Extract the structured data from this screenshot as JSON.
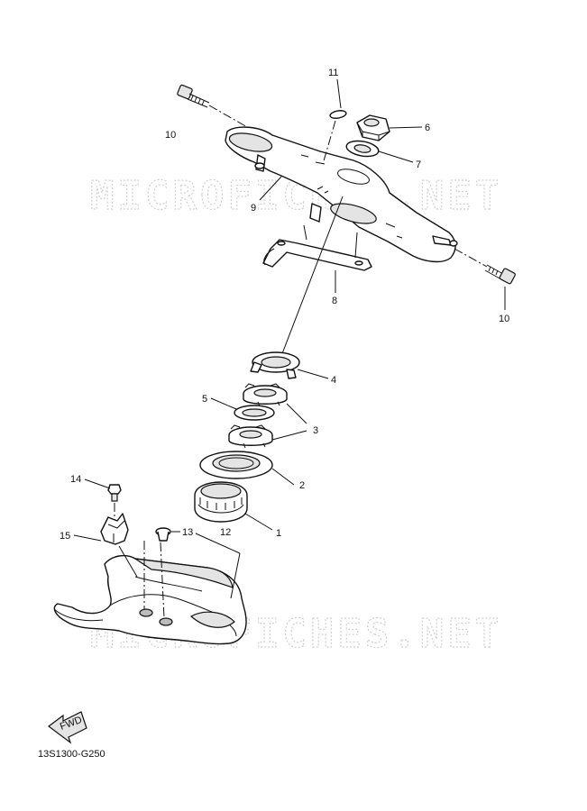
{
  "diagram": {
    "code": "13S1300-G250",
    "watermark": "MICROFICHES.NET",
    "fwd_label": "FWD",
    "callouts": {
      "c1": "1",
      "c2": "2",
      "c3": "3",
      "c4": "4",
      "c5": "5",
      "c6": "6",
      "c7": "7",
      "c8": "8",
      "c9": "9",
      "c10a": "10",
      "c10b": "10",
      "c11": "11",
      "c12": "12",
      "c13": "13",
      "c14": "14",
      "c15": "15"
    }
  }
}
